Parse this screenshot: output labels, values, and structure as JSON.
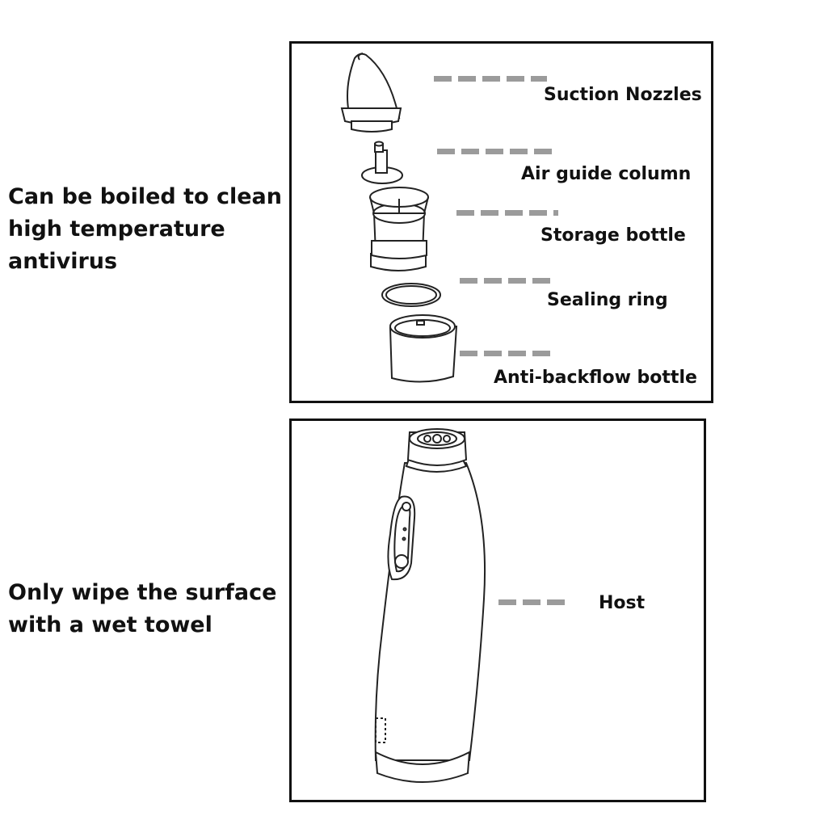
{
  "notes": {
    "top": [
      "Can be boiled to clean",
      "high temperature",
      "antivirus"
    ],
    "bottom": [
      "Only wipe the surface",
      "with a wet towel"
    ]
  },
  "parts": {
    "nozzle": "Suction Nozzles",
    "air_guide": "Air guide column",
    "storage": "Storage bottle",
    "sealing": "Sealing ring",
    "backflow": "Anti-backflow bottle",
    "host": "Host"
  }
}
